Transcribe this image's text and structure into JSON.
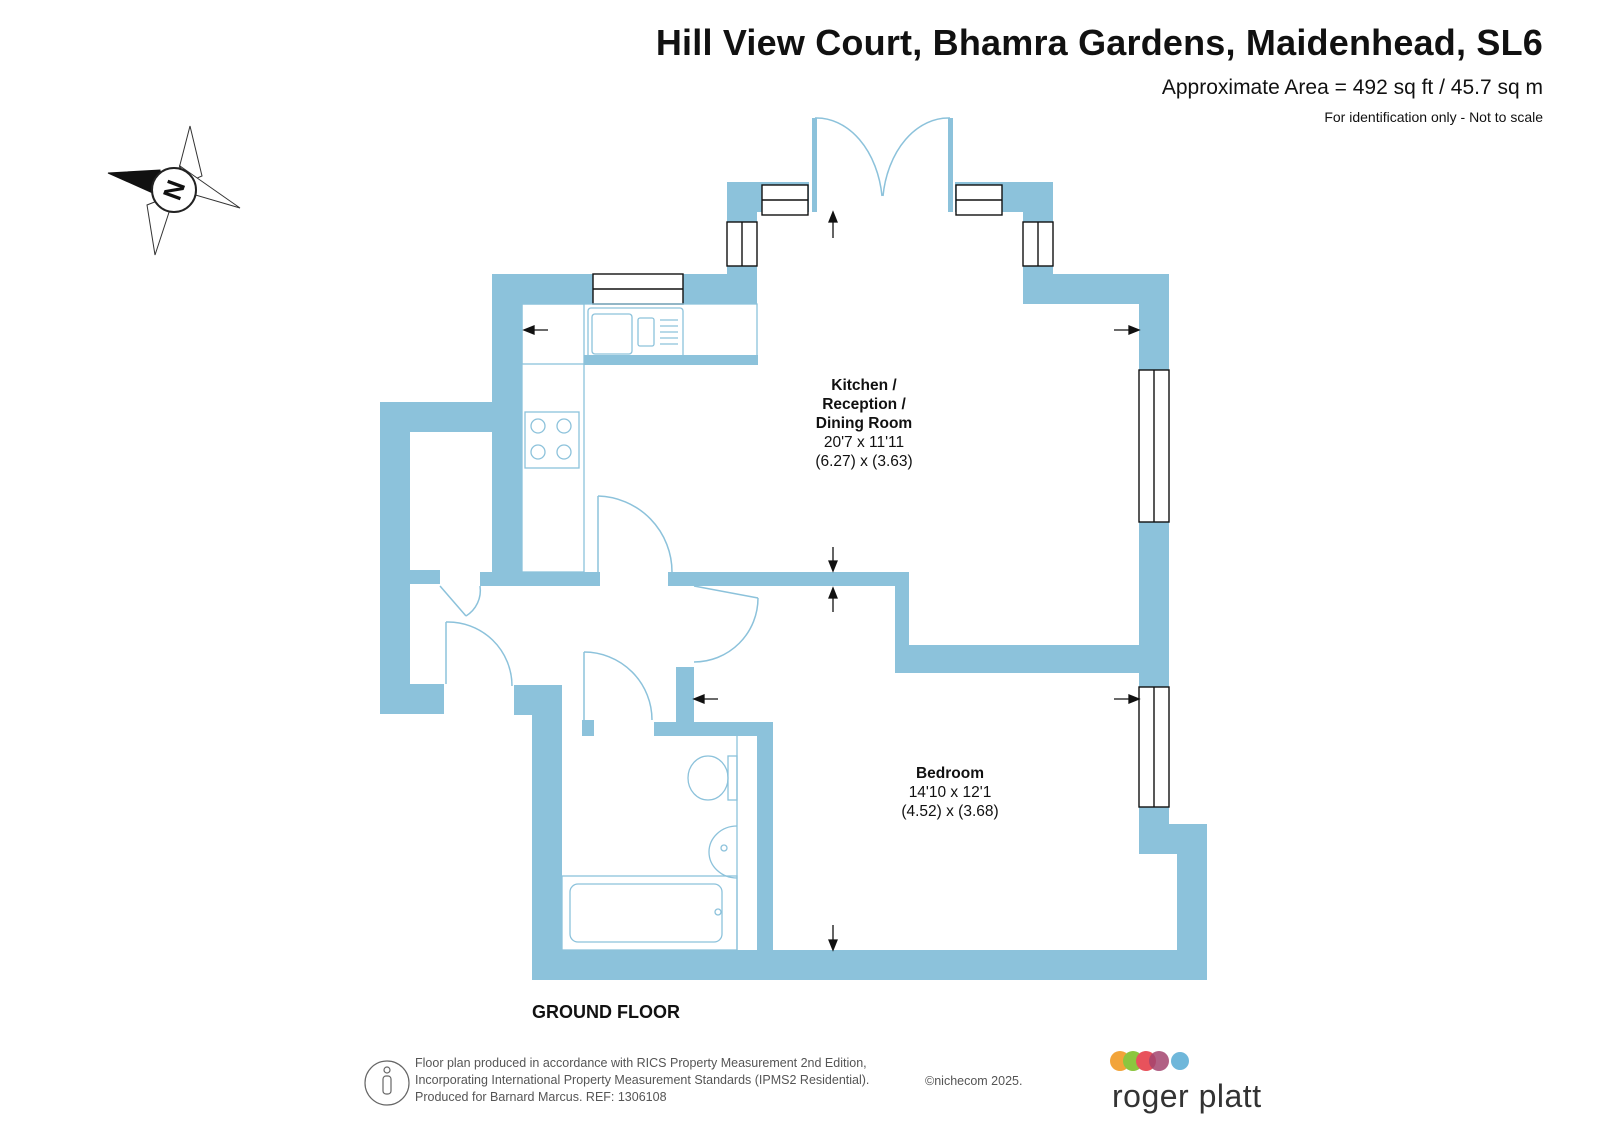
{
  "header": {
    "title": "Hill View Court, Bhamra Gardens, Maidenhead, SL6",
    "area": "Approximate Area = 492 sq ft / 45.7 sq m",
    "note": "For identification only - Not to scale"
  },
  "compass": {
    "letter": "N",
    "icon": "compass-icon"
  },
  "rooms": [
    {
      "name_lines": [
        "Kitchen /",
        "Reception /",
        "Dining Room"
      ],
      "imperial": "20'7 x 11'11",
      "metric": "(6.27) x (3.63)"
    },
    {
      "name_lines": [
        "Bedroom"
      ],
      "imperial": "14'10 x 12'1",
      "metric": "(4.52) x (3.68)"
    }
  ],
  "floor_label": "GROUND FLOOR",
  "footer": {
    "lines": [
      "Floor plan produced in accordance with RICS Property Measurement 2nd Edition,",
      "Incorporating International Property Measurement Standards (IPMS2 Residential).",
      "Produced for Barnard Marcus.   REF:  1306108"
    ],
    "copyright": "©nichecom 2025.",
    "info_icon": "person-info-icon"
  },
  "logo": {
    "text": "roger platt",
    "dot_colors": [
      "#f2a43a",
      "#8cc63f",
      "#e8525c",
      "#a3446e",
      "#6fb7da"
    ]
  },
  "colors": {
    "wall": "#8cc2db",
    "fixture": "#8cc2db",
    "text": "#111111"
  }
}
